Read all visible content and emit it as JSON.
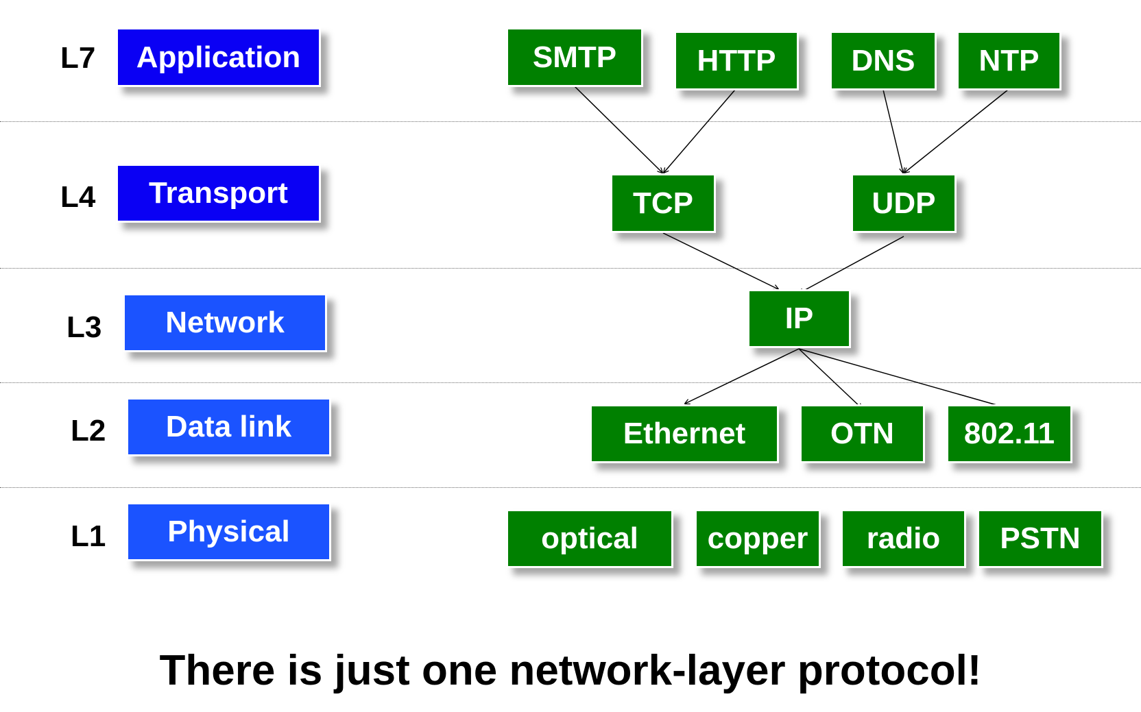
{
  "layers": [
    {
      "code": "L7",
      "name": "Application",
      "color": "#0a00f4"
    },
    {
      "code": "L4",
      "name": "Transport",
      "color": "#0a00f4"
    },
    {
      "code": "L3",
      "name": "Network",
      "color": "#1b53ff"
    },
    {
      "code": "L2",
      "name": "Data link",
      "color": "#1b53ff"
    },
    {
      "code": "L1",
      "name": "Physical",
      "color": "#1b53ff"
    }
  ],
  "protocols": {
    "application": [
      "SMTP",
      "HTTP",
      "DNS",
      "NTP"
    ],
    "transport": [
      "TCP",
      "UDP"
    ],
    "network": [
      "IP"
    ],
    "datalink": [
      "Ethernet",
      "OTN",
      "802.11"
    ],
    "physical": [
      "optical",
      "copper",
      "radio",
      "PSTN"
    ]
  },
  "protocol_box_color": "#008000",
  "caption": "There is just one network-layer protocol!"
}
